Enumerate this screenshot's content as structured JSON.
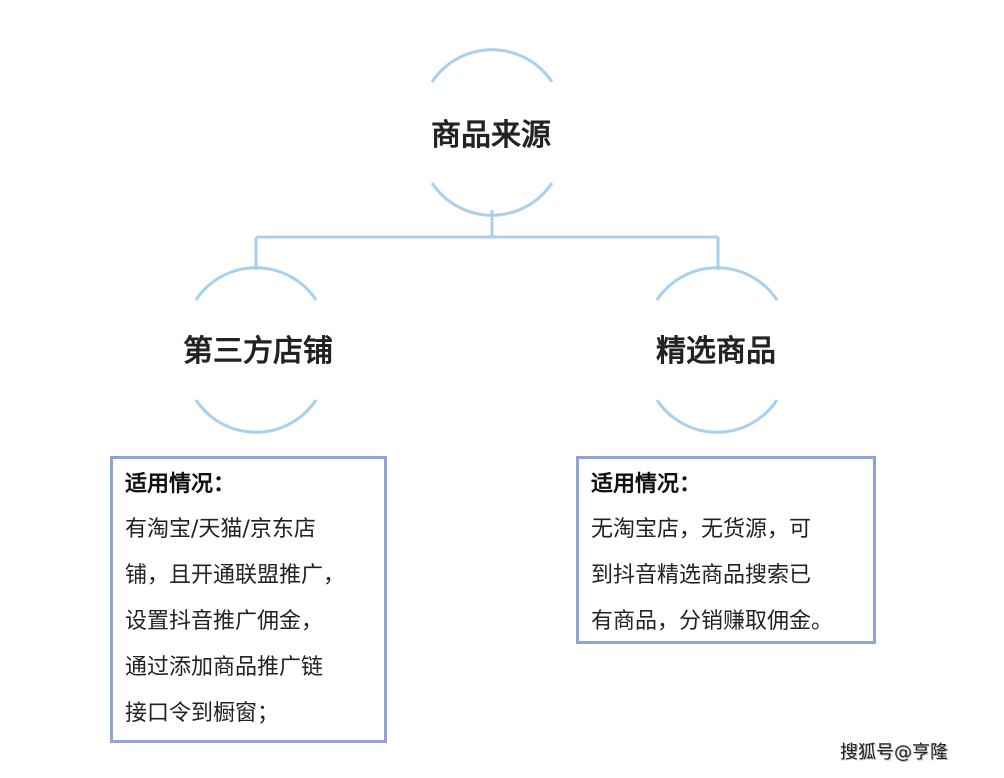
{
  "colors": {
    "arc": "#a9d0ec",
    "connector": "#a9d0ec",
    "box_border": "#8fa4d3"
  },
  "root": {
    "title": "商品来源"
  },
  "branches": [
    {
      "title": "第三方店铺",
      "box": {
        "heading": "适用情况：",
        "lines": [
          "有淘宝/天猫/京东店",
          "铺，且开通联盟推广，",
          "设置抖音推广佣金，",
          "通过添加商品推广链",
          "接口令到橱窗；"
        ]
      }
    },
    {
      "title": "精选商品",
      "box": {
        "heading": "适用情况：",
        "lines": [
          "无淘宝店，无货源，可",
          "到抖音精选商品搜索已",
          "有商品，分销赚取佣金。"
        ]
      }
    }
  ],
  "watermark": "搜狐号@亨隆"
}
